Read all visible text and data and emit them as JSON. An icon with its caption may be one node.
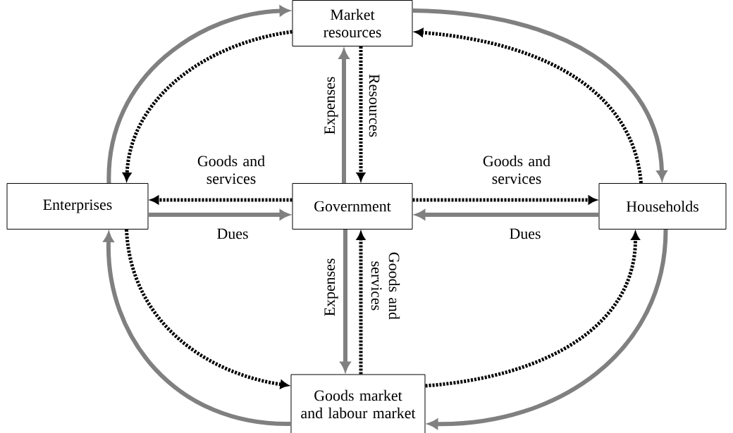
{
  "diagram": {
    "nodes": [
      {
        "text": [
          "Market resources"
        ]
      },
      {
        "text": [
          "Enterprises"
        ]
      },
      {
        "text": [
          "Government"
        ]
      },
      {
        "text": [
          "Households"
        ]
      },
      {
        "text": [
          "Goods market and labour market"
        ]
      }
    ],
    "edges": [
      {
        "from": 1,
        "to": 0,
        "arrow": "to"
      },
      {
        "from": 0,
        "to": 1,
        "arrow": "to",
        "style": "dashed",
        "color": "#000000"
      },
      {
        "from": 0,
        "to": 3,
        "arrow": "to"
      },
      {
        "from": 3,
        "to": 0,
        "arrow": "to",
        "style": "dashed",
        "color": "#000000"
      },
      {
        "from": 2,
        "to": 0,
        "arrow": "to",
        "label": "Expenses"
      },
      {
        "from": 0,
        "to": 2,
        "arrow": "to",
        "style": "dashed",
        "color": "#000000",
        "label": "Resources"
      },
      {
        "from": 2,
        "to": 1,
        "arrow": "to",
        "style": "dashed",
        "color": "#000000",
        "label": "Goods and services"
      },
      {
        "from": 1,
        "to": 2,
        "arrow": "to",
        "label": "Dues"
      },
      {
        "from": 2,
        "to": 3,
        "arrow": "to",
        "style": "dashed",
        "color": "#000000",
        "label": "Goods and services"
      },
      {
        "from": 3,
        "to": 2,
        "arrow": "to",
        "label": "Dues"
      },
      {
        "from": 2,
        "to": 4,
        "arrow": "to",
        "label": "Expenses"
      },
      {
        "from": 4,
        "to": 2,
        "arrow": "to",
        "style": "dashed",
        "color": "#000000",
        "label": "Goods and services"
      },
      {
        "from": 1,
        "to": 4,
        "arrow": "to",
        "style": "dashed",
        "color": "#000000"
      },
      {
        "from": 4,
        "to": 1,
        "arrow": "to"
      },
      {
        "from": 4,
        "to": 3,
        "arrow": "to",
        "style": "dashed",
        "color": "#000000"
      },
      {
        "from": 3,
        "to": 4,
        "arrow": "to"
      }
    ]
  }
}
